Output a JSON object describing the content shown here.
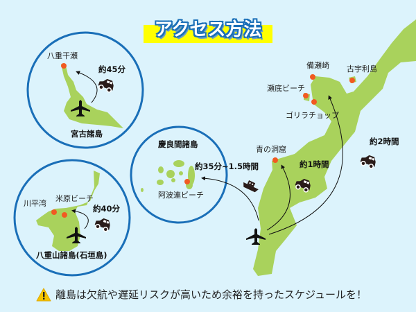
{
  "title": "アクセス方法",
  "colors": {
    "sea": "#dcf3fc",
    "land": "#a9d25c",
    "circle": "#1a6fb8",
    "spot": "#f15a22",
    "title_band": "#ffff00"
  },
  "miyako": {
    "name": "宮古諸島",
    "spot": "八重干瀬",
    "time": "約45分"
  },
  "yaeyama": {
    "name": "八重山諸島(石垣島)",
    "spots": [
      "川平湾",
      "米原ビーチ"
    ],
    "time": "約40分"
  },
  "kerama": {
    "name": "慶良間諸島",
    "spot": "阿波連ビーチ",
    "time": "約35分~1.5時間"
  },
  "okinawa": {
    "spots": [
      "備瀬崎",
      "古宇利島",
      "瀬底ビーチ",
      "ゴリラチョップ",
      "青の洞窟"
    ],
    "time_short": "約1時間",
    "time_long": "約2時間"
  },
  "warning": "離島は欠航や遅延リスクが高いため余裕を持ったスケジュールを！"
}
